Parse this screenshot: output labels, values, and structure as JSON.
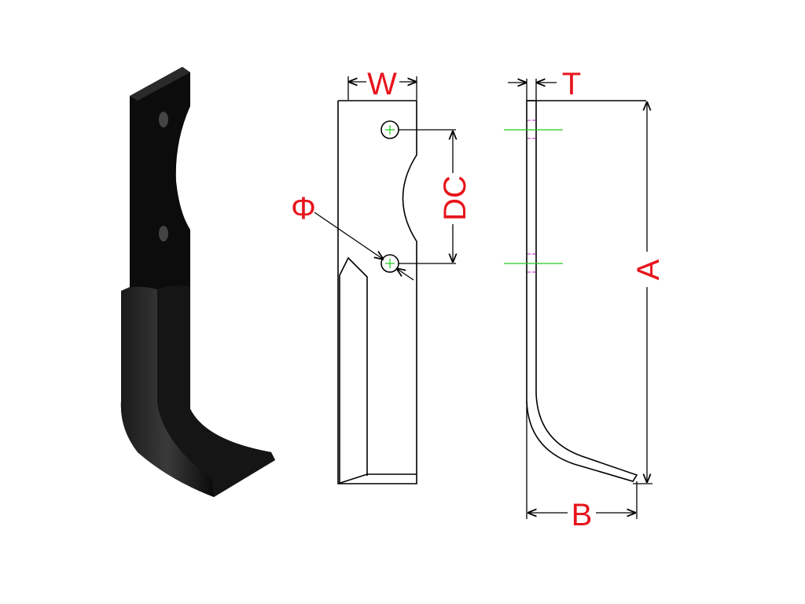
{
  "labels": {
    "width": "W",
    "hole_distance": "DC",
    "hole_diameter": "Φ",
    "thickness": "T",
    "length": "A",
    "bend": "B"
  },
  "colors": {
    "label": "#e8141c",
    "centerline": "#22cc22",
    "hidden_line": "#cc44cc",
    "blade": "#0a0a0a"
  }
}
